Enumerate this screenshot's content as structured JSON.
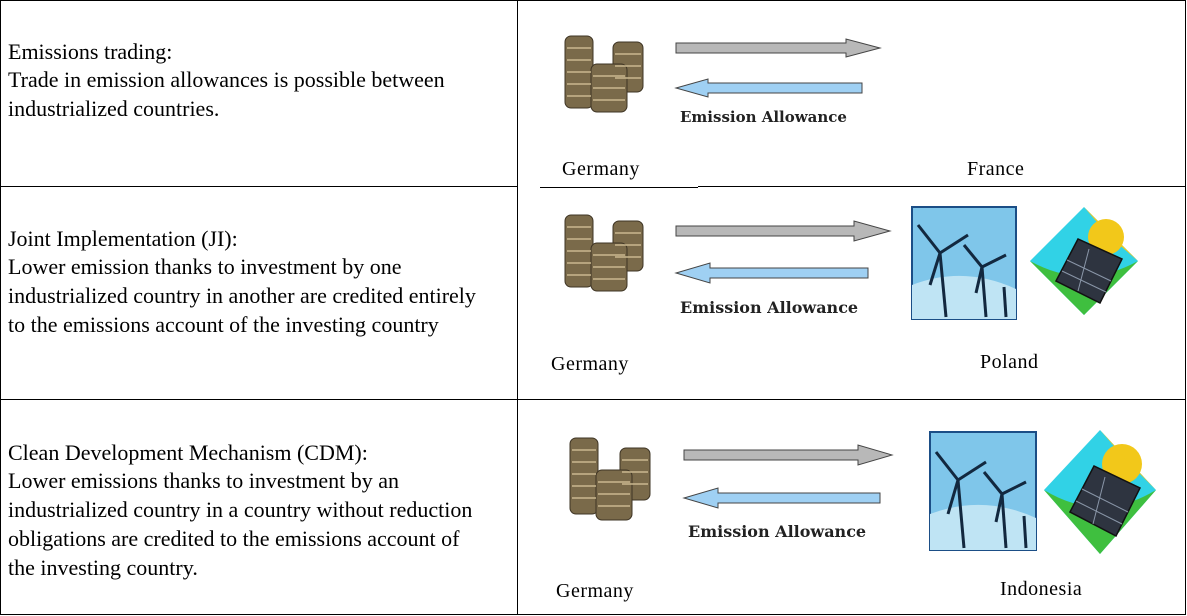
{
  "rows": [
    {
      "title": "Emissions trading:",
      "description": "Trade in emission allowances is possible between industrialized countries.",
      "allowance_label": "Emission Allowance",
      "from_country": "Germany",
      "to_country": "France"
    },
    {
      "title": "Joint Implementation (JI):",
      "description": "Lower emission thanks to investment by one industrialized country in another are credited entirely to the emissions account of the investing country",
      "allowance_label": "Emission Allowance",
      "from_country": "Germany",
      "to_country": "Poland"
    },
    {
      "title": "Clean Development Mechanism (CDM):",
      "description": "Lower emissions thanks to investment by an industrialized country in a country without reduction obligations are credited to the emissions account of the investing country.",
      "allowance_label": "Emission Allowance",
      "from_country": "Germany",
      "to_country": "Indonesia"
    }
  ],
  "colors": {
    "arrow_gray": "#b8b8b8",
    "arrow_blue": "#9fd0f3",
    "coin": "#8a7a5a",
    "wind_sky": "#7fc6ea",
    "solar_sun": "#f2c81a",
    "solar_green": "#3fbf3f",
    "solar_cyan": "#31d2e6"
  }
}
